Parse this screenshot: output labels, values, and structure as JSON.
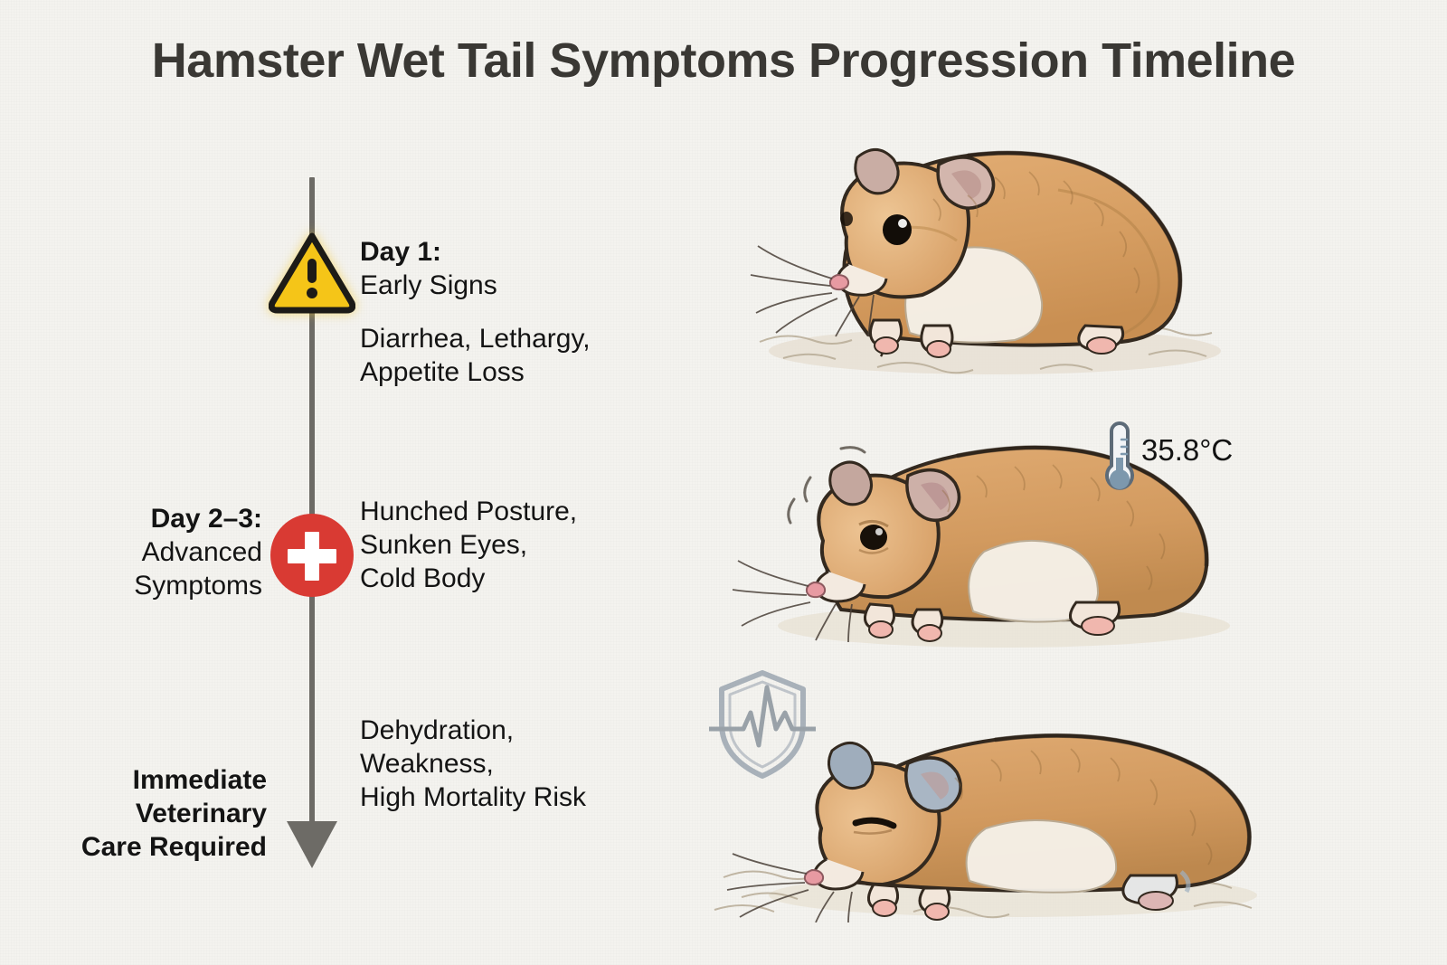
{
  "title": "Hamster Wet Tail Symptoms Progression Timeline",
  "colors": {
    "background": "#f4f3ef",
    "title_text": "#3a3834",
    "body_text": "#141414",
    "timeline_line": "#6d6b66",
    "warning_yellow": "#f5c518",
    "warning_outline": "#1d1b17",
    "medical_red": "#d93a33",
    "thermometer_blue": "#7d98ad",
    "shield_gray": "#8d99a6",
    "fur_tan": "#d9a066",
    "fur_light": "#e8c59a",
    "belly_white": "#f6f2ea",
    "bedding": "#ece5d8",
    "outline": "#2b2622"
  },
  "timeline": {
    "stages": [
      {
        "id": "day-1",
        "icon": "warning-triangle-icon",
        "left_label": "",
        "heading": "Day 1:",
        "subheading": "Early Signs",
        "symptoms": [
          "Diarrhea, Lethargy,",
          "Appetite Loss"
        ]
      },
      {
        "id": "day-2-3",
        "icon": "medical-cross-icon",
        "left_label_lines": [
          "Day 2–3:",
          "Advanced",
          "Symptoms"
        ],
        "left_bold_first_line": true,
        "symptoms": [
          "Hunched Posture,",
          "Sunken Eyes,",
          "Cold Body"
        ]
      },
      {
        "id": "critical",
        "icon": "arrow-down-icon",
        "left_label_lines": [
          "Immediate",
          "Veterinary",
          "Care Required"
        ],
        "symptoms": [
          "Dehydration,",
          "Weakness,",
          "High Mortality Risk"
        ]
      }
    ]
  },
  "illustrations": [
    {
      "id": "hamster-stage-1",
      "caption_semantics": "alert hamster sitting upright on bedding",
      "overlay": null
    },
    {
      "id": "hamster-stage-2",
      "caption_semantics": "hunched hamster with sunken eye",
      "overlay": {
        "icon": "thermometer-icon",
        "value": "35.8°C"
      }
    },
    {
      "id": "hamster-stage-3",
      "caption_semantics": "collapsed hamster lying flat with eyes closed",
      "overlay": {
        "icon": "shield-heartbeat-icon",
        "value": ""
      }
    }
  ],
  "measurements": {
    "temperature": "35.8°C"
  }
}
